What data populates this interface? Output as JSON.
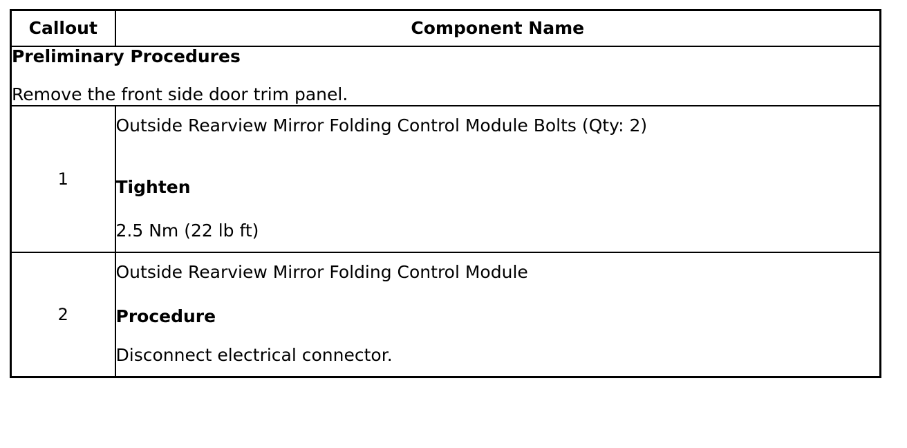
{
  "table": {
    "headers": {
      "callout": "Callout",
      "component_name": "Component Name"
    },
    "preliminary": {
      "title": "Preliminary Procedures",
      "steps": [
        "Remove the front side door trim panel."
      ]
    },
    "rows": [
      {
        "callout": "1",
        "component": "Outside Rearview Mirror Folding Control Module Bolts (Qty: 2)",
        "subheading": "Tighten",
        "detail": "2.5 Nm (22 lb ft)"
      },
      {
        "callout": "2",
        "component": "Outside Rearview Mirror Folding Control Module",
        "subheading": "Procedure",
        "detail": "Disconnect electrical connector."
      }
    ]
  },
  "colors": {
    "border": "#000000",
    "text": "#000000",
    "background": "#ffffff"
  }
}
